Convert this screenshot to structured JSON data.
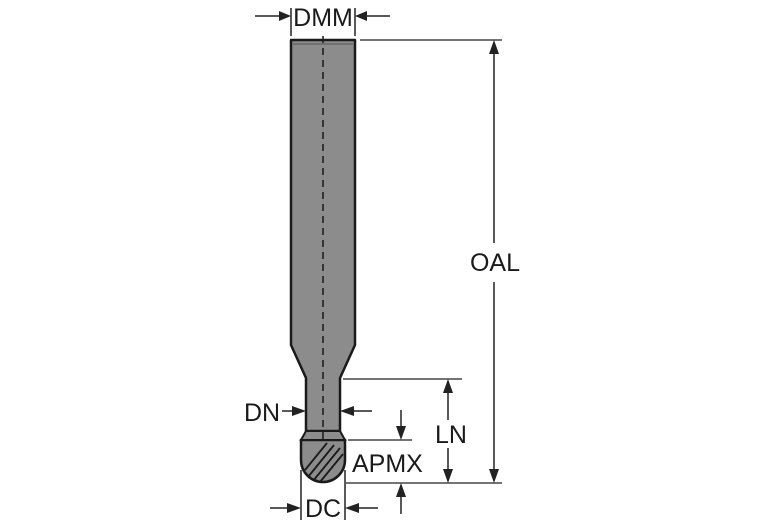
{
  "labels": {
    "dmm": "DMM",
    "oal": "OAL",
    "dn": "DN",
    "ln": "LN",
    "apmx": "APMX",
    "dc": "DC"
  },
  "colors": {
    "tool_fill": "#8c8c8c",
    "tool_outline": "#1a1a1a",
    "dimension_line": "#222222",
    "background": "#ffffff"
  }
}
